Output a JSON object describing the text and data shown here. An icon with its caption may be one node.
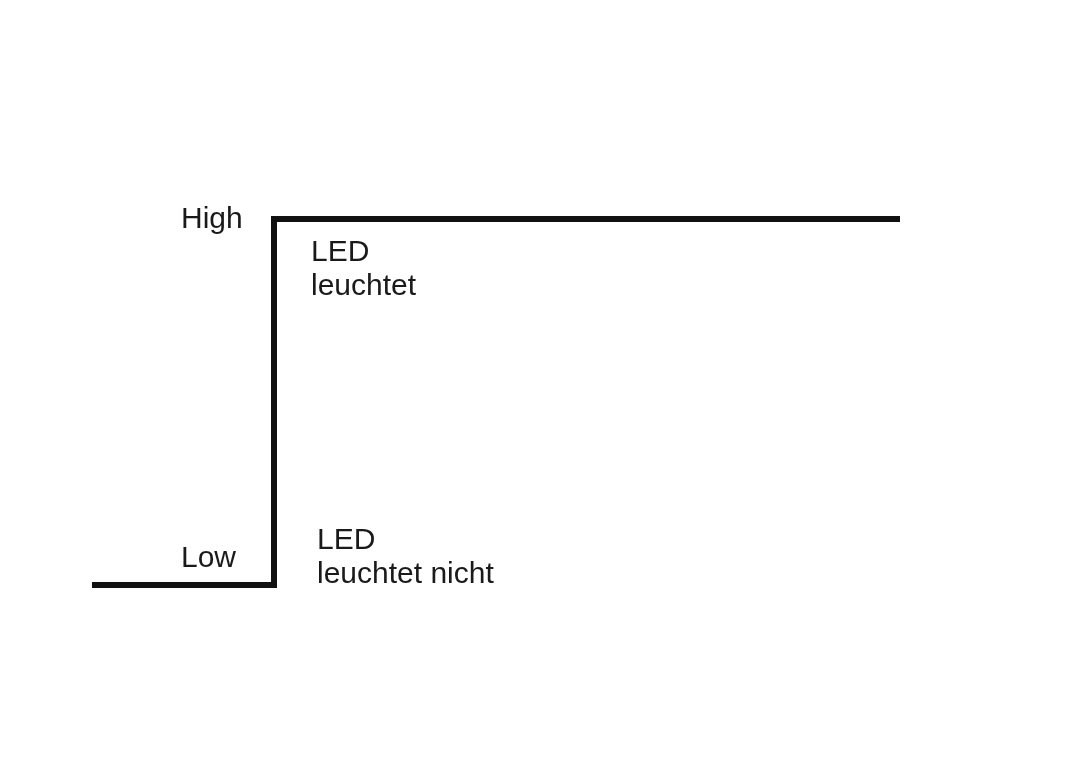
{
  "diagram": {
    "labels": [
      "High",
      "LED leuchtet",
      "Low",
      "LED leuchtet nicht"
    ]
  }
}
